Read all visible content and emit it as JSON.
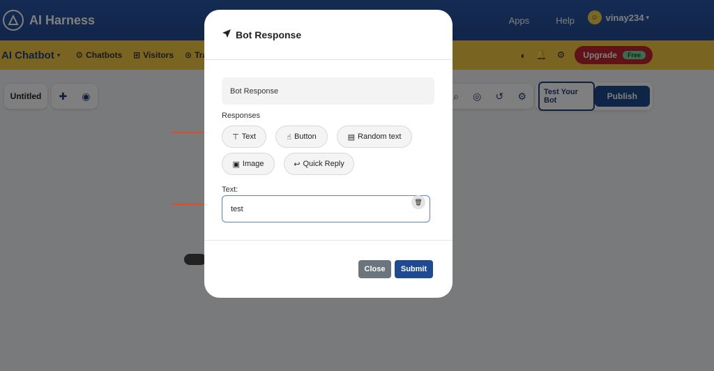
{
  "header": {
    "brand": "AI Harness",
    "links": [
      "Apps",
      "Help"
    ],
    "user": "vinay234"
  },
  "subbar": {
    "title": "AI Chatbot",
    "nav": [
      {
        "label": "Chatbots",
        "icon": "bot-icon"
      },
      {
        "label": "Visitors",
        "icon": "visitors-icon"
      },
      {
        "label": "Traini",
        "icon": "training-icon"
      }
    ],
    "upgrade": "Upgrade",
    "free_badge": "Free"
  },
  "toolbar": {
    "untitled": "Untitled",
    "test_bot": "Test Your Bot",
    "publish": "Publish"
  },
  "modal": {
    "title": "Bot Response",
    "name_value": "Bot Response",
    "responses_label": "Responses",
    "responses": [
      {
        "label": "Text",
        "icon": "text-icon"
      },
      {
        "label": "Button",
        "icon": "pointer-icon"
      },
      {
        "label": "Random text",
        "icon": "random-text-icon"
      },
      {
        "label": "Image",
        "icon": "image-icon"
      },
      {
        "label": "Quick Reply",
        "icon": "reply-icon"
      }
    ],
    "text_label": "Text:",
    "text_value": "test",
    "close": "Close",
    "submit": "Submit"
  },
  "colors": {
    "brand_blue": "#234a93",
    "subbar_yellow": "#f5c842",
    "upgrade_red": "#c0262c",
    "arrow_red": "#e24a2c"
  }
}
